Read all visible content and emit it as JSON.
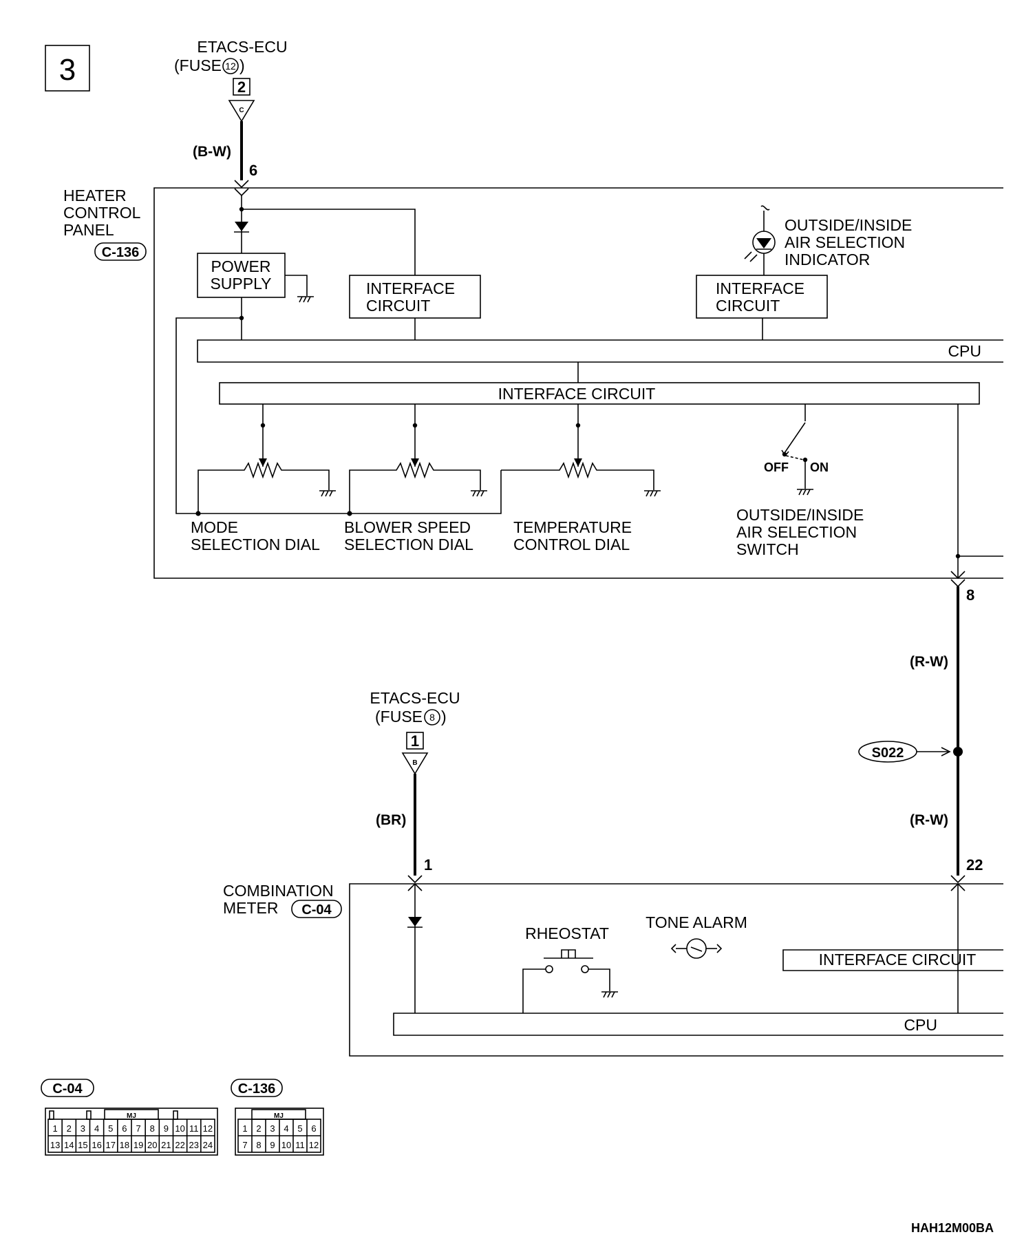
{
  "page_number": "3",
  "fuse_top": {
    "line1": "ETACS-ECU",
    "line2_prefix": "(FUSE",
    "fuse_number": "12",
    "line2_suffix": ")",
    "terminal": "2",
    "connector_letter": "C"
  },
  "fuse_bottom": {
    "line1": "ETACS-ECU",
    "line2_prefix": "(FUSE",
    "fuse_number": "8",
    "line2_suffix": ")",
    "terminal": "1",
    "connector_letter": "B"
  },
  "heater_panel": {
    "title_lines": [
      "HEATER",
      "CONTROL",
      "PANEL"
    ],
    "connector": "C-136",
    "power_supply": [
      "POWER",
      "SUPPLY"
    ],
    "interface_left": [
      "INTERFACE",
      "CIRCUIT"
    ],
    "interface_right": [
      "INTERFACE",
      "CIRCUIT"
    ],
    "indicator": [
      "OUTSIDE/INSIDE",
      "AIR SELECTION",
      "INDICATOR"
    ],
    "cpu": "CPU",
    "interface_wide": "INTERFACE CIRCUIT",
    "mode_dial": [
      "MODE",
      "SELECTION DIAL"
    ],
    "blower_dial": [
      "BLOWER SPEED",
      "SELECTION DIAL"
    ],
    "temp_dial": [
      "TEMPERATURE",
      "CONTROL DIAL"
    ],
    "switch": [
      "OUTSIDE/INSIDE",
      "AIR SELECTION",
      "SWITCH"
    ],
    "switch_off": "OFF",
    "switch_on": "ON"
  },
  "wires": {
    "top_wire": "(B-W)",
    "pin_top": "6",
    "pin_right_out": "8",
    "right_wire_upper": "(R-W)",
    "right_wire_lower": "(R-W)",
    "splice": "S022",
    "bottom_wire": "(BR)",
    "pin_meter_left": "1",
    "pin_meter_right": "22"
  },
  "meter": {
    "title_lines": [
      "COMBINATION",
      "METER"
    ],
    "connector": "C-04",
    "rheostat": "RHEOSTAT",
    "tone_alarm": "TONE ALARM",
    "interface": "INTERFACE CIRCUIT",
    "cpu": "CPU"
  },
  "connector_views": {
    "c04": {
      "label": "C-04",
      "code": "MJ",
      "top_row": [
        "1",
        "2",
        "3",
        "4",
        "5",
        "6",
        "7",
        "8",
        "9",
        "10",
        "11",
        "12"
      ],
      "bottom_row": [
        "13",
        "14",
        "15",
        "16",
        "17",
        "18",
        "19",
        "20",
        "21",
        "22",
        "23",
        "24"
      ]
    },
    "c136": {
      "label": "C-136",
      "code": "MJ",
      "top_row": [
        "1",
        "2",
        "3",
        "4",
        "5",
        "6"
      ],
      "bottom_row": [
        "7",
        "8",
        "9",
        "10",
        "11",
        "12"
      ]
    }
  },
  "figure_code": "HAH12M00BA"
}
